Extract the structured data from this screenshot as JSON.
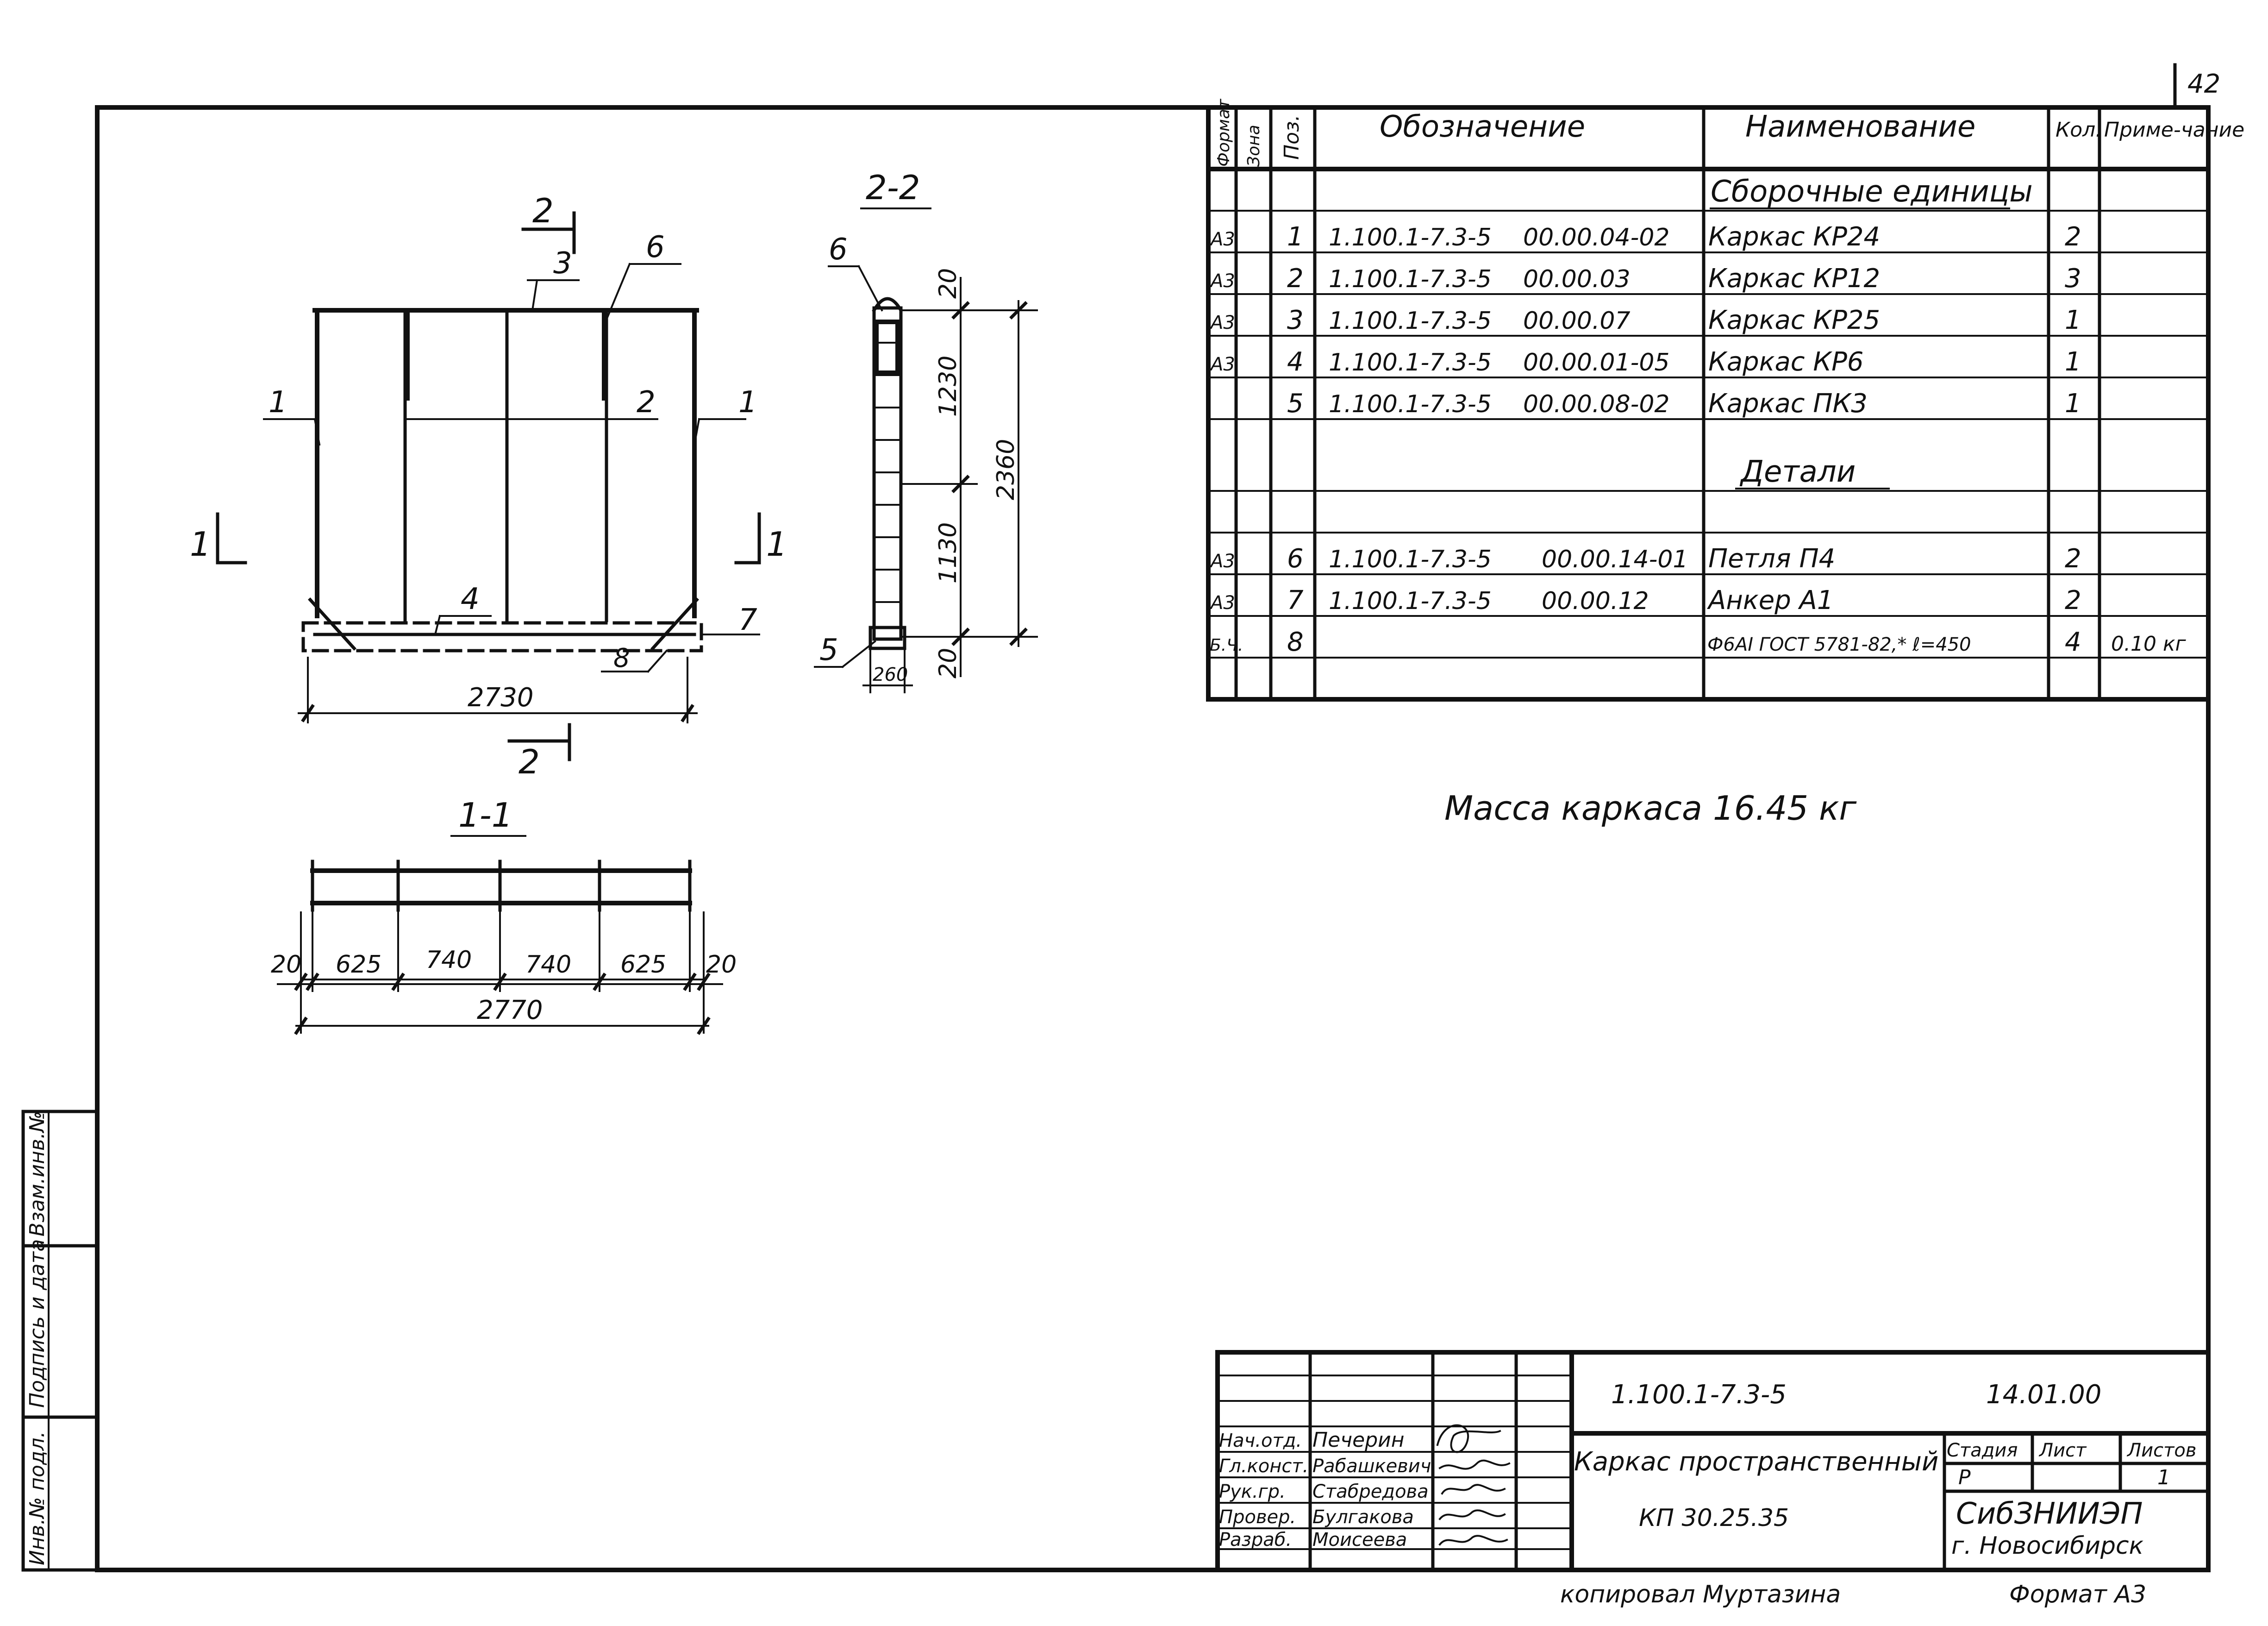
{
  "page_number": "42",
  "sections": {
    "elevation_cut": "2",
    "plan_cut": "1",
    "section_22_title": "2-2",
    "section_11_title": "1-1"
  },
  "elevation": {
    "callouts": [
      "1",
      "3",
      "6",
      "2",
      "1",
      "4",
      "7",
      "8"
    ],
    "dim_width": "2730"
  },
  "section22": {
    "callouts": [
      "6",
      "5"
    ],
    "dims": [
      "20",
      "1230",
      "2360",
      "1130",
      "20",
      "260"
    ]
  },
  "plan11": {
    "dims": [
      "20",
      "625",
      "740",
      "740",
      "625",
      "20"
    ],
    "total": "2770"
  },
  "spec": {
    "headers": {
      "format": "Формат",
      "zone": "Зона",
      "pos": "Поз.",
      "designation": "Обозначение",
      "name": "Наименование",
      "qty": "Кол.",
      "note": "Приме-чание"
    },
    "group_assemblies": "Сборочные единицы",
    "group_details": "Детали",
    "rows": [
      {
        "format": "А3",
        "pos": "1",
        "code": "1.100.1-7.3-5",
        "doc": "00.00.04-02",
        "name": "Каркас КР24",
        "qty": "2",
        "note": ""
      },
      {
        "format": "А3",
        "pos": "2",
        "code": "1.100.1-7.3-5",
        "doc": "00.00.03",
        "name": "Каркас КР12",
        "qty": "3",
        "note": ""
      },
      {
        "format": "А3",
        "pos": "3",
        "code": "1.100.1-7.3-5",
        "doc": "00.00.07",
        "name": "Каркас КР25",
        "qty": "1",
        "note": ""
      },
      {
        "format": "А3",
        "pos": "4",
        "code": "1.100.1-7.3-5",
        "doc": "00.00.01-05",
        "name": "Каркас КР6",
        "qty": "1",
        "note": ""
      },
      {
        "format": "",
        "pos": "5",
        "code": "1.100.1-7.3-5",
        "doc": "00.00.08-02",
        "name": "Каркас ПК3",
        "qty": "1",
        "note": ""
      },
      {
        "format": "А3",
        "pos": "6",
        "code": "1.100.1-7.3-5",
        "doc": "00.00.14-01",
        "name": "Петля П4",
        "qty": "2",
        "note": ""
      },
      {
        "format": "А3",
        "pos": "7",
        "code": "1.100.1-7.3-5",
        "doc": "00.00.12",
        "name": "Анкер А1",
        "qty": "2",
        "note": ""
      },
      {
        "format": "Б.Ч.",
        "pos": "8",
        "code": "",
        "doc": "",
        "name": "Ф6АI ГОСТ 5781-82,* ℓ=450",
        "qty": "4",
        "note": "0.10 кг"
      }
    ]
  },
  "mass_note": "Масса каркаса 16.45 кг",
  "title_block": {
    "code": "1.100.1-7.3-5",
    "doc_number": "14.01.00",
    "title_line1": "Каркас пространственный",
    "title_line2": "КП 30.25.35",
    "stage_label": "Стадия",
    "sheet_label": "Лист",
    "sheets_label": "Листов",
    "stage": "Р",
    "sheet": "",
    "sheets": "1",
    "org_line1": "СибЗНИИЭП",
    "org_line2": "г. Новосибирск",
    "roles": [
      {
        "role": "Нач.отд.",
        "name": "Печерин"
      },
      {
        "role": "Гл.конст.",
        "name": "Рабашкевич"
      },
      {
        "role": "Рук.гр.",
        "name": "Стабредова"
      },
      {
        "role": "Провер.",
        "name": "Булгакова"
      },
      {
        "role": "Разраб.",
        "name": "Моисеева"
      }
    ]
  },
  "side_stamp": [
    "Инв.№ подл.",
    "Подпись и дата",
    "Взам.инв.№"
  ],
  "footer": {
    "copied": "копировал Муртазина",
    "format": "Формат А3"
  }
}
